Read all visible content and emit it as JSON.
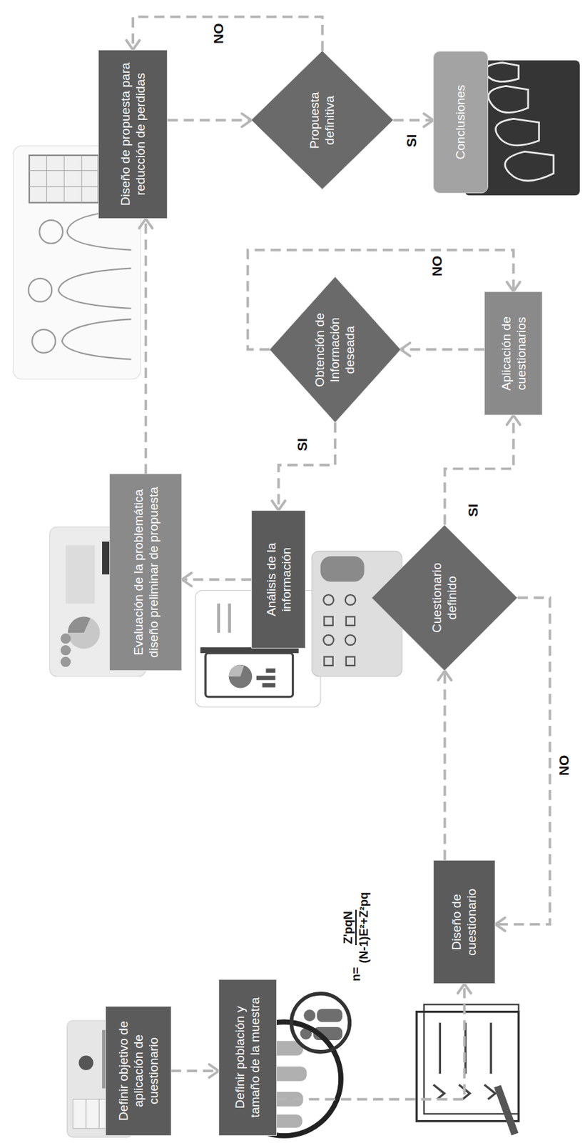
{
  "diagram": {
    "nodes": [
      {
        "text": [
          "Definir objetivo de aplicación de cuestionario"
        ]
      },
      {
        "text": [
          "Definir población y tamaño de la muestra"
        ]
      },
      {
        "text": [
          "Diseño de cuestionario"
        ]
      },
      {
        "text": [
          "Cuestionario definido"
        ]
      },
      {
        "text": [
          "Aplicación de cuestionarios"
        ]
      },
      {
        "text": [
          "Obtención de Información deseada"
        ]
      },
      {
        "text": [
          "Análisis de la información"
        ]
      },
      {
        "text": [
          "Evaluación de la problemática diseño preliminar de propuesta"
        ]
      },
      {
        "text": [
          "Diseño de propuesta para reducción de perdidas"
        ]
      },
      {
        "text": [
          "Propuesta definitiva"
        ]
      },
      {
        "text": [
          "Conclusiones"
        ]
      }
    ],
    "edges": [
      {
        "from": 0,
        "to": 1,
        "arrow": "to"
      },
      {
        "from": 1,
        "to": 2,
        "arrow": "to"
      },
      {
        "from": 2,
        "to": 3,
        "arrow": "to"
      },
      {
        "from": 3,
        "to": 2,
        "label": "NO",
        "arrow": "to"
      },
      {
        "from": 3,
        "to": 4,
        "label": "SI",
        "arrow": "to"
      },
      {
        "from": 4,
        "to": 5,
        "arrow": "to"
      },
      {
        "from": 5,
        "to": 4,
        "label": "NO",
        "arrow": "to"
      },
      {
        "from": 5,
        "to": 6,
        "label": "SI",
        "arrow": "to"
      },
      {
        "from": 6,
        "to": 7,
        "arrow": "to"
      },
      {
        "from": 7,
        "to": 8,
        "arrow": "to"
      },
      {
        "from": 8,
        "to": 9,
        "arrow": "to"
      },
      {
        "from": 9,
        "to": 8,
        "label": "NO",
        "arrow": "to"
      },
      {
        "from": 9,
        "to": 10,
        "label": "SI",
        "arrow": "to"
      }
    ],
    "labels": [
      "n=",
      "Z'pqN",
      "(N-1)E²+Z²pq"
    ]
  }
}
